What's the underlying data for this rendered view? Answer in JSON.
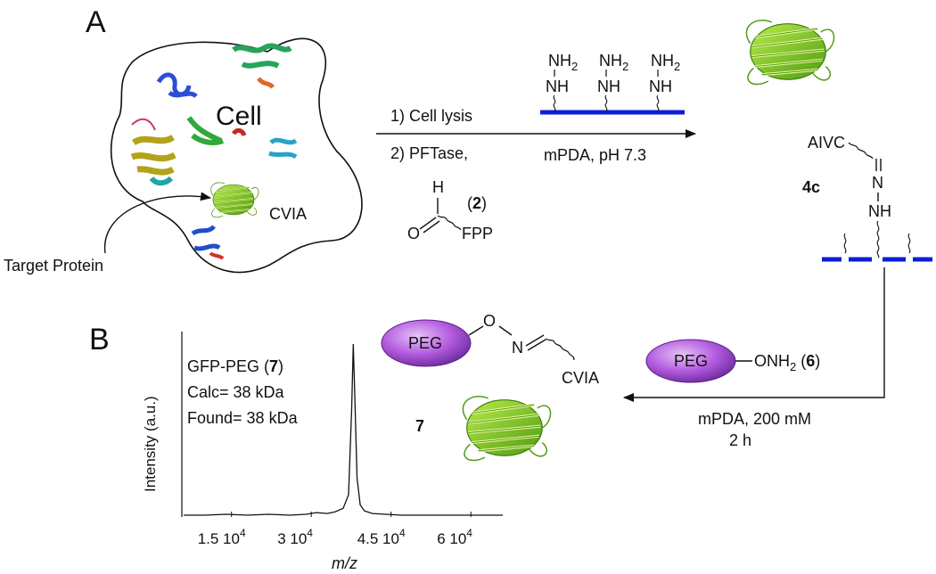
{
  "panels": {
    "a": "A",
    "b": "B"
  },
  "cell": {
    "label": "Cell",
    "tag": "CVIA",
    "target_label": "Target Protein"
  },
  "step1": {
    "line1": "1) Cell lysis",
    "line2": "2) PFTase,",
    "below": "mPDA, pH 7.3",
    "reagent_h": "H",
    "reagent_o": "O",
    "reagent_fpp": "FPP",
    "reagent_num": "2"
  },
  "bead_groups": {
    "nh2": "NH",
    "sub2": "2",
    "nh": "NH"
  },
  "product_4c": {
    "tag": "AIVC",
    "n": "N",
    "nh": "NH",
    "label": "4c"
  },
  "step2": {
    "reagent_peg": "PEG",
    "reagent_group": "ONH",
    "reagent_sub": "2",
    "reagent_num": "6",
    "cond1": "mPDA, 200 mM",
    "cond2": "2 h"
  },
  "product_7": {
    "peg": "PEG",
    "o": "O",
    "n": "N",
    "tag": "CVIA",
    "label": "7"
  },
  "chart_data": {
    "type": "line",
    "title": "",
    "annotation": [
      "GFP-PEG (7)",
      "Calc= 38 kDa",
      "Found= 38 kDa"
    ],
    "annotation_name": "GFP-PEG (",
    "annotation_num": "7",
    "annotation_close": ")",
    "xlabel": "m/z",
    "ylabel": "Intensity (a.u.)",
    "xlim": [
      6000,
      66000
    ],
    "ylim": [
      0,
      1
    ],
    "xticks": [
      15000,
      30000,
      45000,
      60000
    ],
    "xtick_mantissa": [
      "1.5",
      "3",
      "4.5",
      "6"
    ],
    "xtick_base": "10",
    "xtick_exp": "4",
    "series": [
      {
        "x": [
          6000,
          10000,
          14000,
          18000,
          22000,
          26000,
          29000,
          31000,
          33000,
          34500,
          36000,
          37000,
          37600,
          37900,
          38200,
          38600,
          39200,
          40000,
          41500,
          44000,
          47000,
          52000,
          58000,
          66000
        ],
        "y": [
          0.0,
          0.0,
          0.005,
          0.0,
          0.005,
          0.0,
          0.005,
          0.015,
          0.01,
          0.02,
          0.04,
          0.12,
          0.62,
          1.0,
          0.68,
          0.22,
          0.06,
          0.025,
          0.01,
          0.005,
          0.0,
          0.0,
          0.0,
          0.0
        ]
      }
    ],
    "grid": false,
    "line_color": "#000000"
  },
  "colors": {
    "bead_line": "#0b1fd6",
    "peg_fill": "#b45be0",
    "protein": "#7ccc1f"
  }
}
